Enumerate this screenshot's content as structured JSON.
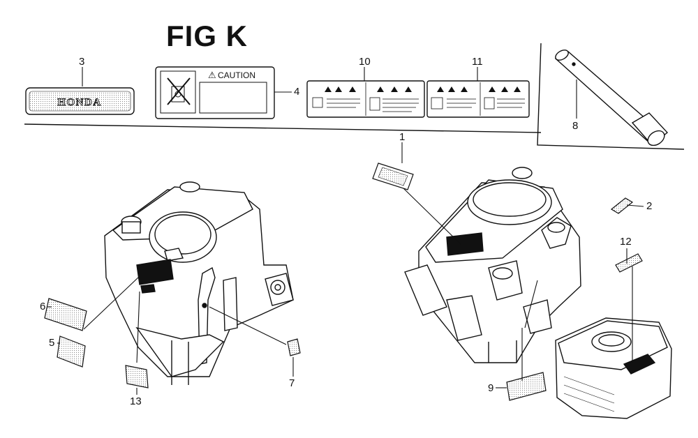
{
  "figure": {
    "title": "FIG K"
  },
  "labels": {
    "brand_text": "HONDA",
    "caution_text": "CAUTION",
    "caution_symbol": "⚠"
  },
  "callouts": {
    "c1": "1",
    "c2": "2",
    "c3": "3",
    "c4": "4",
    "c5": "5",
    "c6": "6",
    "c7": "7",
    "c8": "8",
    "c9": "9",
    "c10": "10",
    "c11": "11",
    "c12": "12",
    "c13": "13"
  },
  "colors": {
    "ink": "#111111",
    "paper": "#ffffff",
    "gray": "#cfcfcf"
  }
}
